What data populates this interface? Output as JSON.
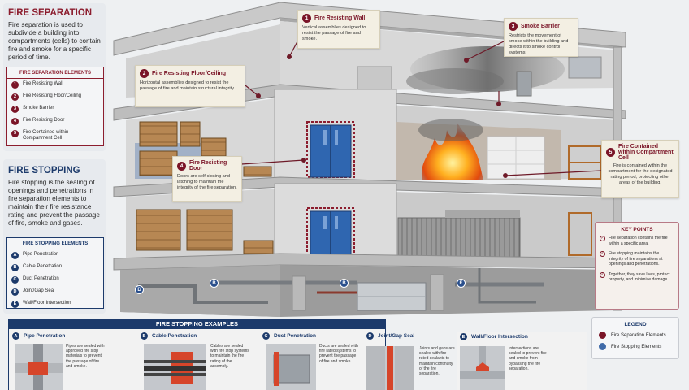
{
  "colors": {
    "separation": "#7a1427",
    "stopping": "#2a4f8c",
    "navy": "#1c3a6b"
  },
  "separation": {
    "title": "FIRE SEPARATION",
    "intro": "Fire separation is used to subdivide a building into compartments (cells) to contain fire and smoke for a specific period of time.",
    "list_title": "FIRE SEPARATION ELEMENTS",
    "items": [
      {
        "n": "1",
        "label": "Fire Resisting Wall"
      },
      {
        "n": "2",
        "label": "Fire Resisting Floor/Ceiling"
      },
      {
        "n": "3",
        "label": "Smoke Barrier"
      },
      {
        "n": "4",
        "label": "Fire Resisting Door"
      },
      {
        "n": "5",
        "label": "Fire Contained within Compartment Cell"
      }
    ]
  },
  "stopping": {
    "title": "FIRE STOPPING",
    "intro": "Fire stopping is the sealing of openings and penetrations in fire separation elements to maintain their fire resistance rating and prevent the passage of fire, smoke and gases.",
    "list_title": "FIRE STOPPING ELEMENTS",
    "items": [
      {
        "n": "A",
        "label": "Pipe Penetration"
      },
      {
        "n": "B",
        "label": "Cable Penetration"
      },
      {
        "n": "C",
        "label": "Duct Penetration"
      },
      {
        "n": "D",
        "label": "Joint/Gap Seal"
      },
      {
        "n": "E",
        "label": "Wall/Floor Intersection"
      }
    ]
  },
  "callouts": [
    {
      "n": "1",
      "title": "Fire Resisting Wall",
      "text": "Vertical assemblies designed to resist the passage of fire and smoke."
    },
    {
      "n": "2",
      "title": "Fire Resisting Floor/Ceiling",
      "text": "Horizontal assemblies designed to resist the passage of fire and maintain structural integrity."
    },
    {
      "n": "3",
      "title": "Smoke Barrier",
      "text": "Restricts the movement of smoke within the building and directs it to smoke control systems."
    },
    {
      "n": "4",
      "title": "Fire Resisting Door",
      "text": "Doors are self-closing and latching to maintain the integrity of the fire separation."
    },
    {
      "n": "5",
      "title": "Fire Contained within Compartment Cell",
      "text": "Fire is contained within the compartment for the designated rating period, protecting other areas of the building."
    }
  ],
  "diagram_tags": [
    "D",
    "B",
    "B",
    "E"
  ],
  "key_points": {
    "title": "KEY POINTS",
    "items": [
      "Fire separation contains the fire within a specific area.",
      "Fire stopping maintains the integrity of fire separations at openings and penetrations.",
      "Together, they save lives, protect property, and minimize damage."
    ]
  },
  "legend": {
    "title": "LEGEND",
    "items": [
      {
        "label": "Fire Separation Elements",
        "color": "#7a1427"
      },
      {
        "label": "Fire Stopping Elements",
        "color": "#3f6aa8"
      }
    ]
  },
  "examples": {
    "title": "FIRE STOPPING EXAMPLES",
    "items": [
      {
        "n": "A",
        "title": "Pipe Penetration",
        "text": "Pipes are sealed with approved fire stop materials to prevent the passage of fire and smoke."
      },
      {
        "n": "B",
        "title": "Cable Penetration",
        "text": "Cables are sealed with fire stop systems to maintain the fire rating of the assembly."
      },
      {
        "n": "C",
        "title": "Duct Penetration",
        "text": "Ducts are sealed with fire rated systems to prevent the passage of fire and smoke."
      },
      {
        "n": "D",
        "title": "Joint/Gap Seal",
        "text": "Joints and gaps are sealed with fire rated sealants to maintain continuity of the fire separation."
      },
      {
        "n": "E",
        "title": "Wall/Floor Intersection",
        "text": "Intersections are sealed to prevent fire and smoke from bypassing the fire separation."
      }
    ]
  }
}
